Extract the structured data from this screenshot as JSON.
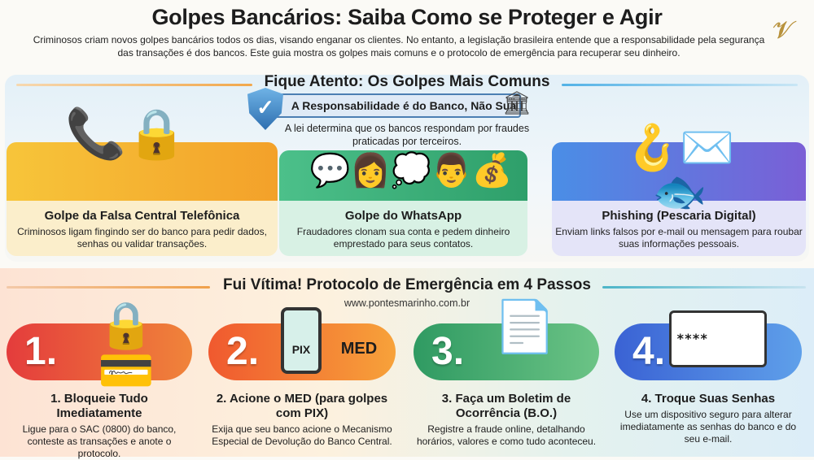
{
  "header": {
    "title": "Golpes Bancários: Saiba Como se Proteger e Agir",
    "intro": "Criminosos criam novos golpes bancários todos os dias, visando enganar os clientes. No entanto, a legislação brasileira entende que a responsabilidade pela segurança das transações é dos bancos. Este guia mostra os golpes mais comuns e o protocolo de emergência para recuperar seu dinheiro."
  },
  "scams": {
    "heading": "Fique Atento: Os Golpes Mais Comuns",
    "banner": "A Responsabilidade é do Banco, Não Sua",
    "banner_sub": "A lei determina que os bancos respondam por fraudes praticadas por terceiros.",
    "cards": [
      {
        "title": "Golpe da Falsa Central Telefônica",
        "desc": "Criminosos ligam fingindo ser do banco para pedir dados, senhas ou validar transações.",
        "color": "#f5b62a"
      },
      {
        "title": "Golpe do WhatsApp",
        "desc": "Fraudadores clonam sua conta e pedem dinheiro emprestado para seus contatos.",
        "color": "#3bb37a"
      },
      {
        "title": "Phishing (Pescaria Digital)",
        "desc": "Enviam links falsos por e-mail ou mensagem para roubar suas informações pessoais.",
        "color": "#5b73d8"
      }
    ]
  },
  "protocol": {
    "heading": "Fui Vítima! Protocolo de Emergência em 4 Passos",
    "url": "www.pontesmarinho.com.br",
    "steps": [
      {
        "num": "1.",
        "title": "1. Bloqueie Tudo Imediatamente",
        "desc": "Ligue para o SAC (0800) do banco, conteste as transações e anote o protocolo.",
        "color": "#e5473b"
      },
      {
        "num": "2.",
        "title": "2. Acione o MED (para golpes com PIX)",
        "desc": "Exija que seu banco acione o Mecanismo Especial de Devolução do Banco Central.",
        "color": "#f07a2a",
        "pix": "PIX",
        "med": "MED"
      },
      {
        "num": "3.",
        "title": "3. Faça um Boletim de Ocorrência (B.O.)",
        "desc": "Registre a fraude online, detalhando horários, valores e como tudo aconteceu.",
        "color": "#3aa96b"
      },
      {
        "num": "4.",
        "title": "4. Troque Suas Senhas",
        "desc": "Use um dispositivo seguro para alterar imediatamente as senhas do banco e do seu e-mail.",
        "color": "#3f6fd8",
        "password": "****"
      }
    ]
  }
}
